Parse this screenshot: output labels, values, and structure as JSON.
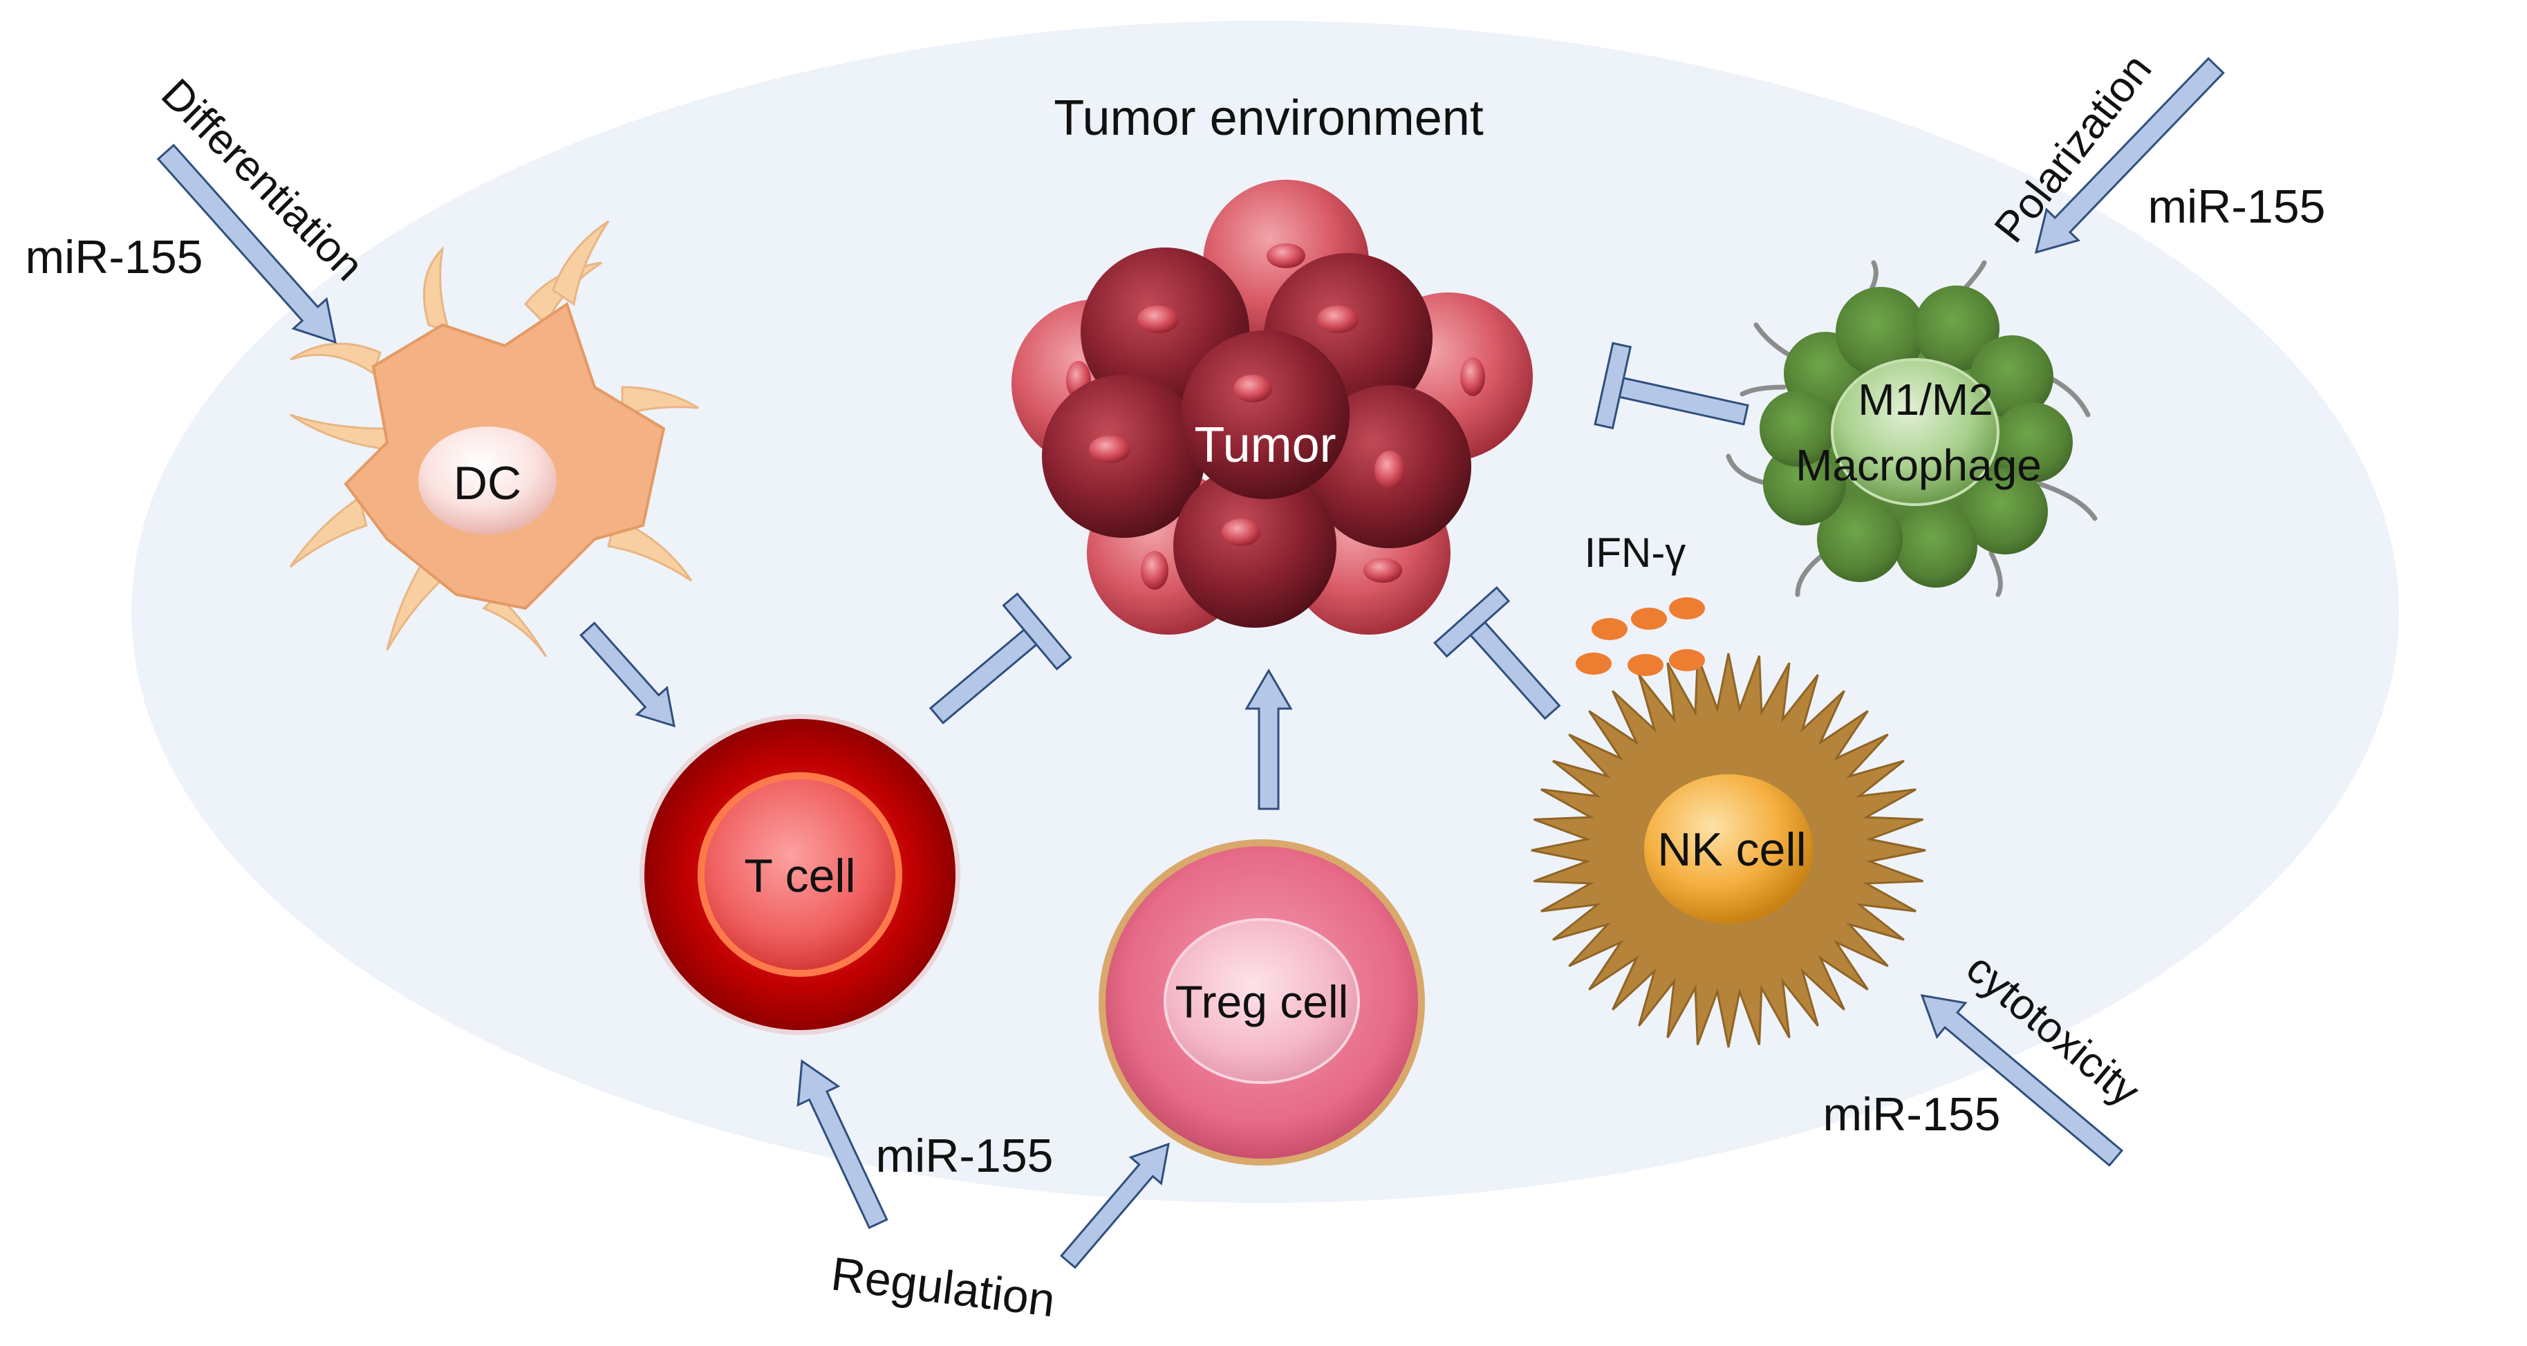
{
  "title": "Tumor environment",
  "cells": {
    "tumor": "Tumor",
    "dc": "DC",
    "t_cell": "T cell",
    "treg_cell": "Treg cell",
    "nk_cell": "NK cell",
    "macrophage_line1": "M1/M2",
    "macrophage_line2": "Macrophage"
  },
  "labels": {
    "mir_dc": "miR-155",
    "mir_macrophage": "miR-155",
    "mir_treg": "miR-155",
    "mir_nk": "miR-155",
    "differentiation": "Differentiation",
    "polarization": "Polarization",
    "regulation": "Regulation",
    "cytotoxicity": "cytotoxicity",
    "ifn_gamma": "IFN-γ"
  },
  "colors": {
    "background_ellipse": "#eef2f9",
    "arrow_fill": "#b4c7e7",
    "arrow_stroke": "#2f4f7f",
    "tumor_dark": "#8b2230",
    "tumor_light": "#d85a66",
    "dc_body": "#f4b183",
    "t_cell_outer": "#c00000",
    "t_cell_inner": "#f06060",
    "treg_outer": "#ea6f8a",
    "treg_inner": "#f5b8c8",
    "nk_body": "#b5843a",
    "nk_nucleus": "#f5b041",
    "macrophage_body": "#548235",
    "macrophage_nucleus": "#a9d18e",
    "ifn_dots": "#ed7d31"
  }
}
